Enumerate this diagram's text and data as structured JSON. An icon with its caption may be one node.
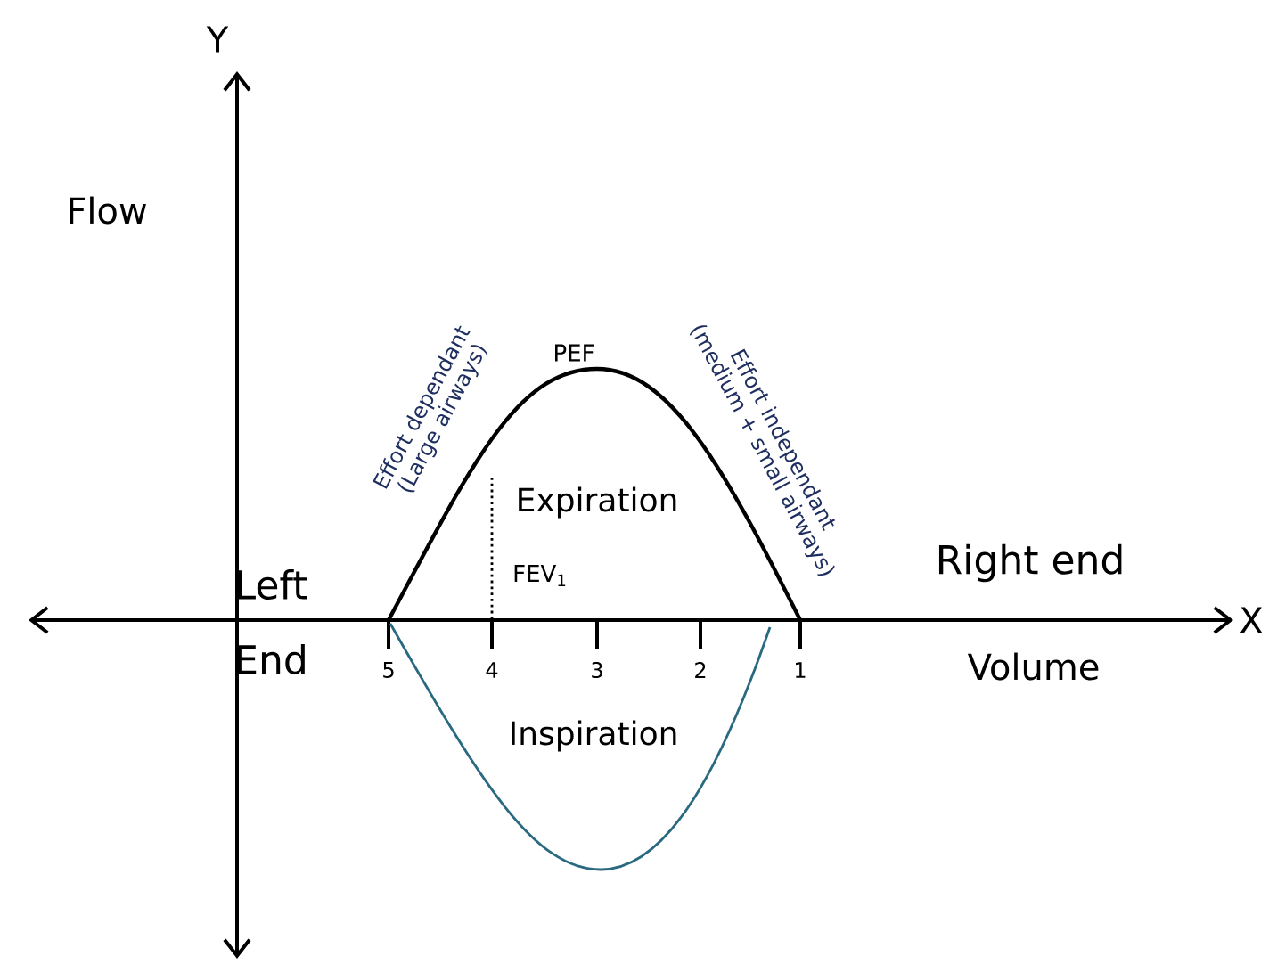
{
  "diagram": {
    "labels": [
      "Y",
      "Flow",
      "Effort dependant (Large airways)",
      "PEF",
      "Effort independant (medium + small airways)",
      "Expiration",
      "FEV$_{1}$",
      "Left",
      "Right end",
      "X",
      "End",
      "5",
      "4",
      "3",
      "2",
      "1",
      "Volume",
      "Inspiration"
    ]
  }
}
